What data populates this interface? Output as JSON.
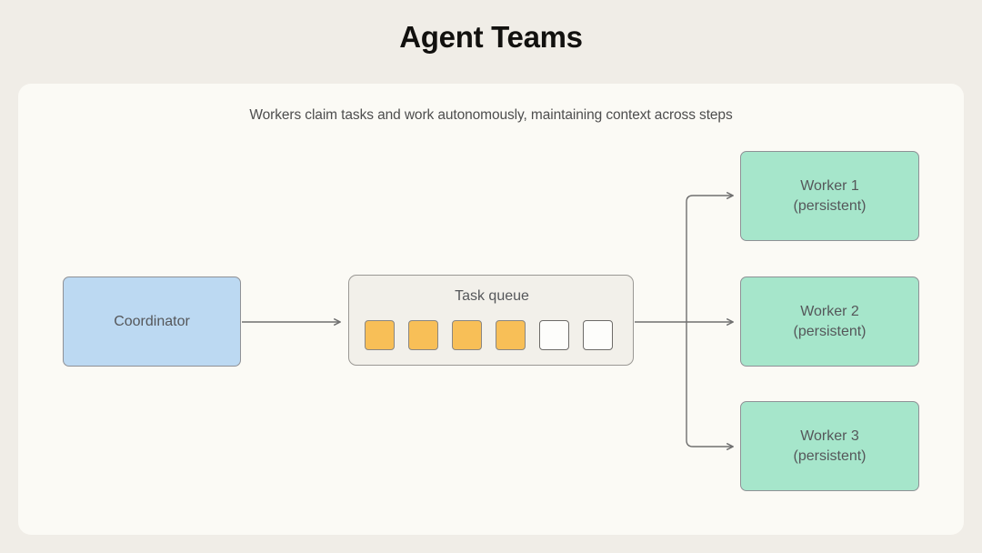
{
  "page": {
    "title": "Agent Teams",
    "background_color": "#f0ede7",
    "card_color": "#fbfaf5"
  },
  "diagram": {
    "subtitle": "Workers claim tasks and work autonomously, maintaining context across steps",
    "coordinator": {
      "label": "Coordinator",
      "fill_color": "#bcd9f2",
      "border_color": "#8f9196"
    },
    "task_queue": {
      "label": "Task queue",
      "fill_color": "#f2f0ea",
      "border_color": "#9a9894",
      "filled_color": "#f8bf57",
      "empty_color": "#fdfdfb",
      "total_slots": 6,
      "filled_count": 4,
      "empty_count": 2,
      "slots": [
        "filled",
        "filled",
        "filled",
        "filled",
        "empty",
        "empty"
      ]
    },
    "workers": [
      {
        "name": "Worker 1",
        "state": "(persistent)",
        "fill_color": "#a6e6cb",
        "border_color": "#8f9196"
      },
      {
        "name": "Worker 2",
        "state": "(persistent)",
        "fill_color": "#a6e6cb",
        "border_color": "#8f9196"
      },
      {
        "name": "Worker 3",
        "state": "(persistent)",
        "fill_color": "#a6e6cb",
        "border_color": "#8f9196"
      }
    ],
    "connectors": {
      "stroke_color": "#6f6f6f",
      "edges": [
        {
          "from": "coordinator",
          "to": "task_queue"
        },
        {
          "from": "task_queue",
          "to": "worker_1"
        },
        {
          "from": "task_queue",
          "to": "worker_2"
        },
        {
          "from": "task_queue",
          "to": "worker_3"
        }
      ]
    }
  }
}
